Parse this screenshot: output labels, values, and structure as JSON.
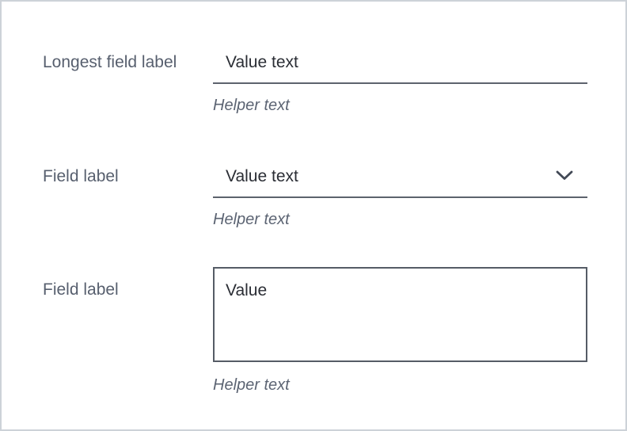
{
  "colors": {
    "panel_bg": "#ffffff",
    "frame_border": "#cdd2d8",
    "label_text": "#575f6e",
    "value_text": "#2a2d34",
    "input_line": "#5d636d",
    "textarea_border": "#565c66",
    "helper_text": "#5c6473",
    "chevron": "#424956"
  },
  "icons": {
    "chevron_down": "chevron-down"
  },
  "fields": [
    {
      "type": "text-input",
      "label": "Longest field label",
      "value": "Value text",
      "helper": "Helper text"
    },
    {
      "type": "select",
      "label": "Field label",
      "value": "Value text",
      "helper": "Helper text"
    },
    {
      "type": "textarea",
      "label": "Field label",
      "value": "Value",
      "helper": "Helper text"
    }
  ]
}
